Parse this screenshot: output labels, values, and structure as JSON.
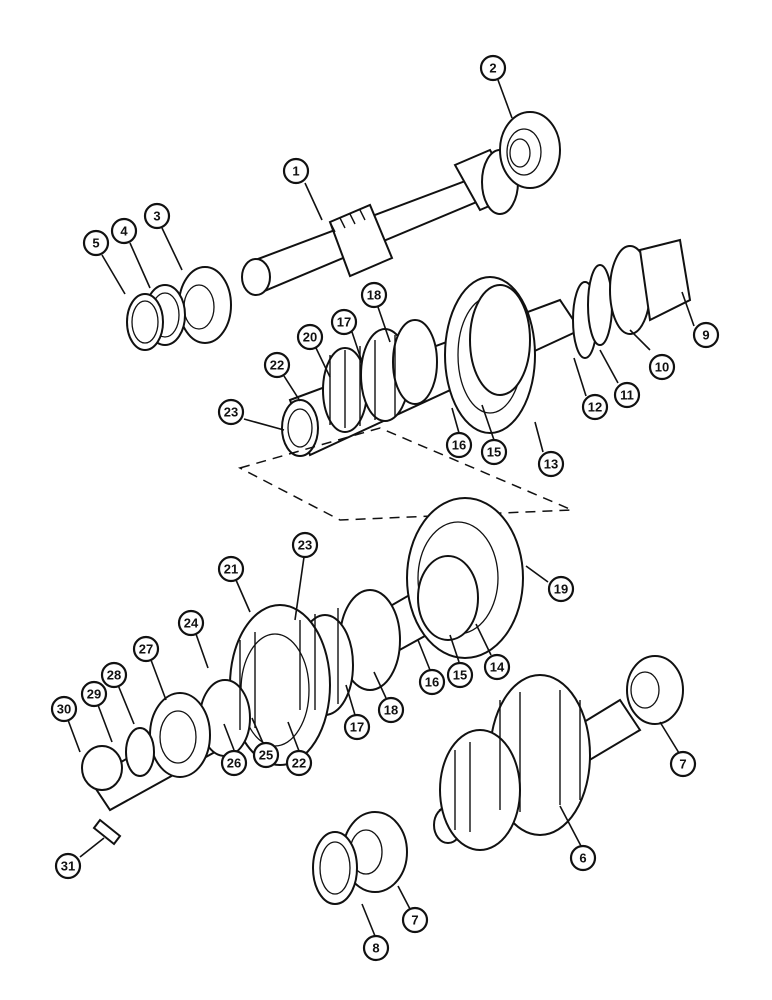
{
  "callouts": [
    {
      "label": "1"
    },
    {
      "label": "2"
    },
    {
      "label": "3"
    },
    {
      "label": "4"
    },
    {
      "label": "5"
    },
    {
      "label": "9"
    },
    {
      "label": "10"
    },
    {
      "label": "11"
    },
    {
      "label": "12"
    },
    {
      "label": "13"
    },
    {
      "label": "15"
    },
    {
      "label": "16"
    },
    {
      "label": "18"
    },
    {
      "label": "17"
    },
    {
      "label": "20"
    },
    {
      "label": "22"
    },
    {
      "label": "23"
    },
    {
      "label": "23"
    },
    {
      "label": "21"
    },
    {
      "label": "19"
    },
    {
      "label": "24"
    },
    {
      "label": "14"
    },
    {
      "label": "15"
    },
    {
      "label": "16"
    },
    {
      "label": "27"
    },
    {
      "label": "28"
    },
    {
      "label": "18"
    },
    {
      "label": "17"
    },
    {
      "label": "29"
    },
    {
      "label": "30"
    },
    {
      "label": "22"
    },
    {
      "label": "25"
    },
    {
      "label": "26"
    },
    {
      "label": "7"
    },
    {
      "label": "6"
    },
    {
      "label": "31"
    },
    {
      "label": "7"
    },
    {
      "label": "8"
    }
  ]
}
